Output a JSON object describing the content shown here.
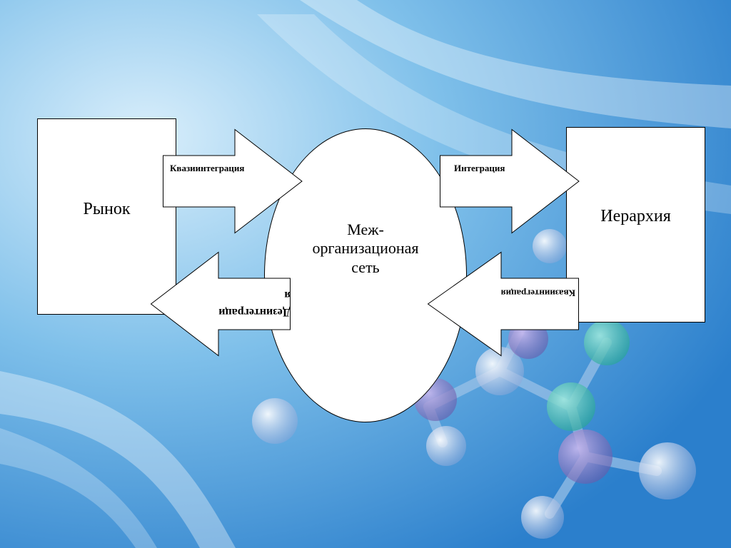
{
  "diagram": {
    "left_box": {
      "label": "Рынок"
    },
    "right_box": {
      "label": "Иерархия"
    },
    "center": {
      "label": "Меж-\nорганизационая\nсеть"
    },
    "arrows": {
      "quasi_integration_left": {
        "label": "Квазиинтеграция"
      },
      "integration": {
        "label": "Интеграция"
      },
      "disintegration": {
        "label": "Дезинтеграция"
      },
      "quasi_integration_right": {
        "label": "Квазиинтеграция"
      }
    }
  },
  "colors": {
    "bg_light": "#cfe8f7",
    "bg_mid": "#6cb6e6",
    "bg_dark": "#1f6fbf",
    "shape_fill": "#ffffff",
    "shape_stroke": "#000000"
  }
}
